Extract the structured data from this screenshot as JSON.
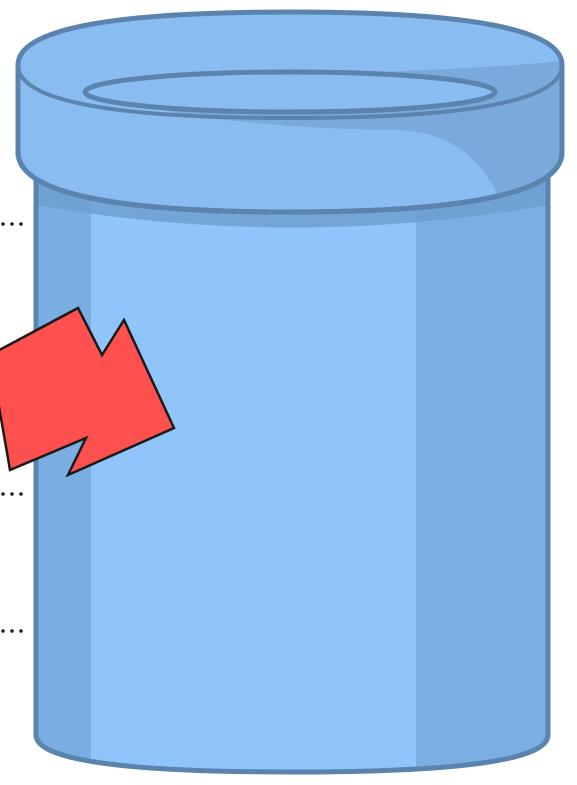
{
  "colors": {
    "background": "#ffffff",
    "jar_body": "#90c5fc",
    "jar_shade": "#7aaee2",
    "jar_outline": "#5a84ad",
    "lid_fill": "#89bdf2",
    "lid_shade": "#7aa9dc",
    "arrow_fill": "#ff5050",
    "arrow_outline": "#1a1a1a",
    "dotted_line": "#222222"
  },
  "diagram": {
    "objects": [
      {
        "name": "container-jar",
        "kind": "cylindrical jar with lid"
      },
      {
        "name": "pointer-arrow",
        "kind": "arrow pointing into jar"
      }
    ],
    "level_marks": [
      {
        "name": "level-line-1"
      },
      {
        "name": "level-line-2"
      },
      {
        "name": "level-line-3"
      },
      {
        "name": "level-line-4"
      }
    ]
  }
}
